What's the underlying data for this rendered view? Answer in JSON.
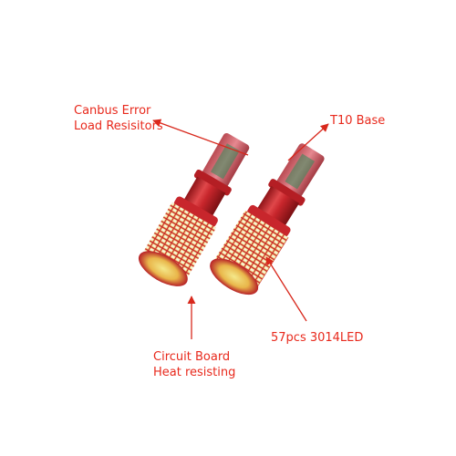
{
  "annotations": {
    "canbus_line1": "Canbus Error",
    "canbus_line2": "Load Resisitors",
    "t10_base": "T10 Base",
    "circuit_line1": "Circuit Board",
    "circuit_line2": "Heat resisting",
    "leds": "57pcs 3014LED"
  },
  "colors": {
    "annotation": "#e8291c",
    "housing_red": "#c8262c",
    "base_plastic": "#d96a72",
    "led_yellow": "#f4e88a",
    "led_white": "#f7f3e6"
  },
  "product": {
    "type": "two T10 LED bulbs",
    "icons": [
      "arrow-icon"
    ]
  }
}
